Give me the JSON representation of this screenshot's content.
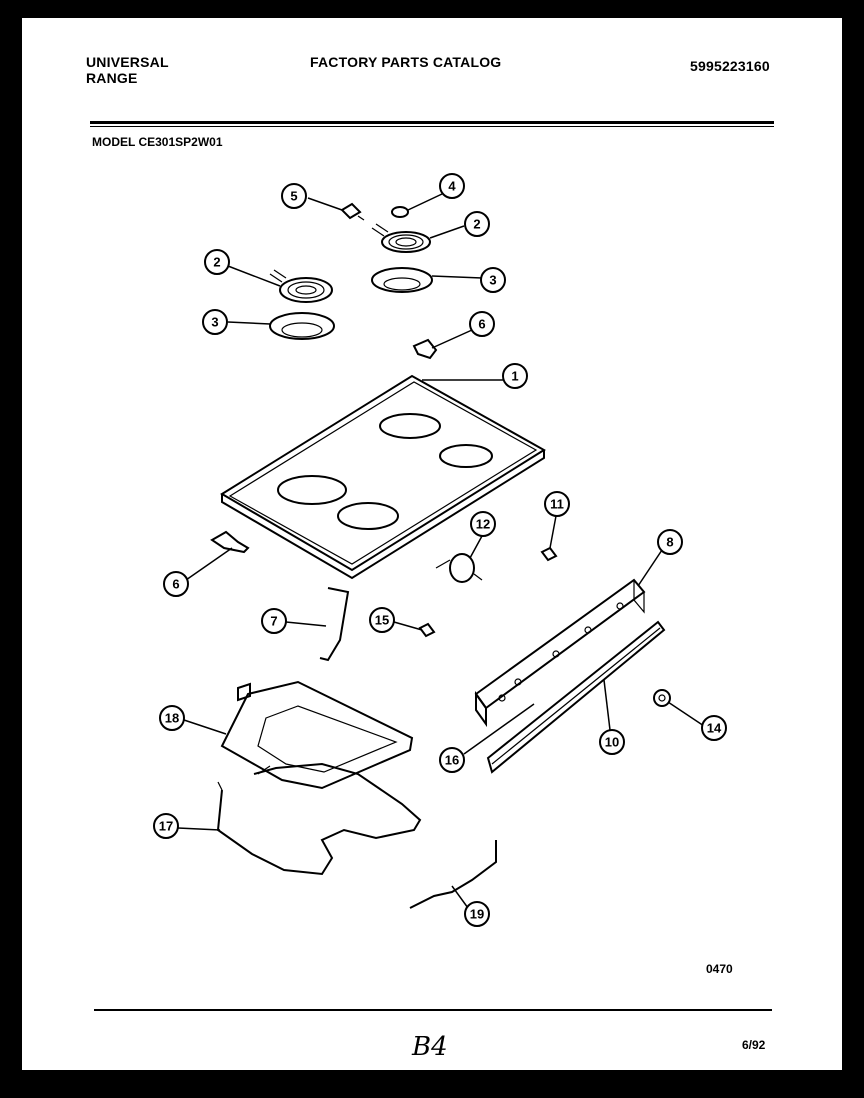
{
  "header": {
    "brand_line1": "UNIVERSAL",
    "brand_line2": "RANGE",
    "catalog_title": "FACTORY PARTS CATALOG",
    "part_number": "5995223160"
  },
  "model_label": "MODEL CE301SP2W01",
  "callouts": [
    "1",
    "2",
    "2",
    "3",
    "3",
    "4",
    "5",
    "6",
    "6",
    "7",
    "8",
    "10",
    "11",
    "12",
    "14",
    "15",
    "16",
    "17",
    "18",
    "19"
  ],
  "drawing_code": "0470",
  "footer": {
    "page_mark": "B4",
    "date": "6/92"
  }
}
